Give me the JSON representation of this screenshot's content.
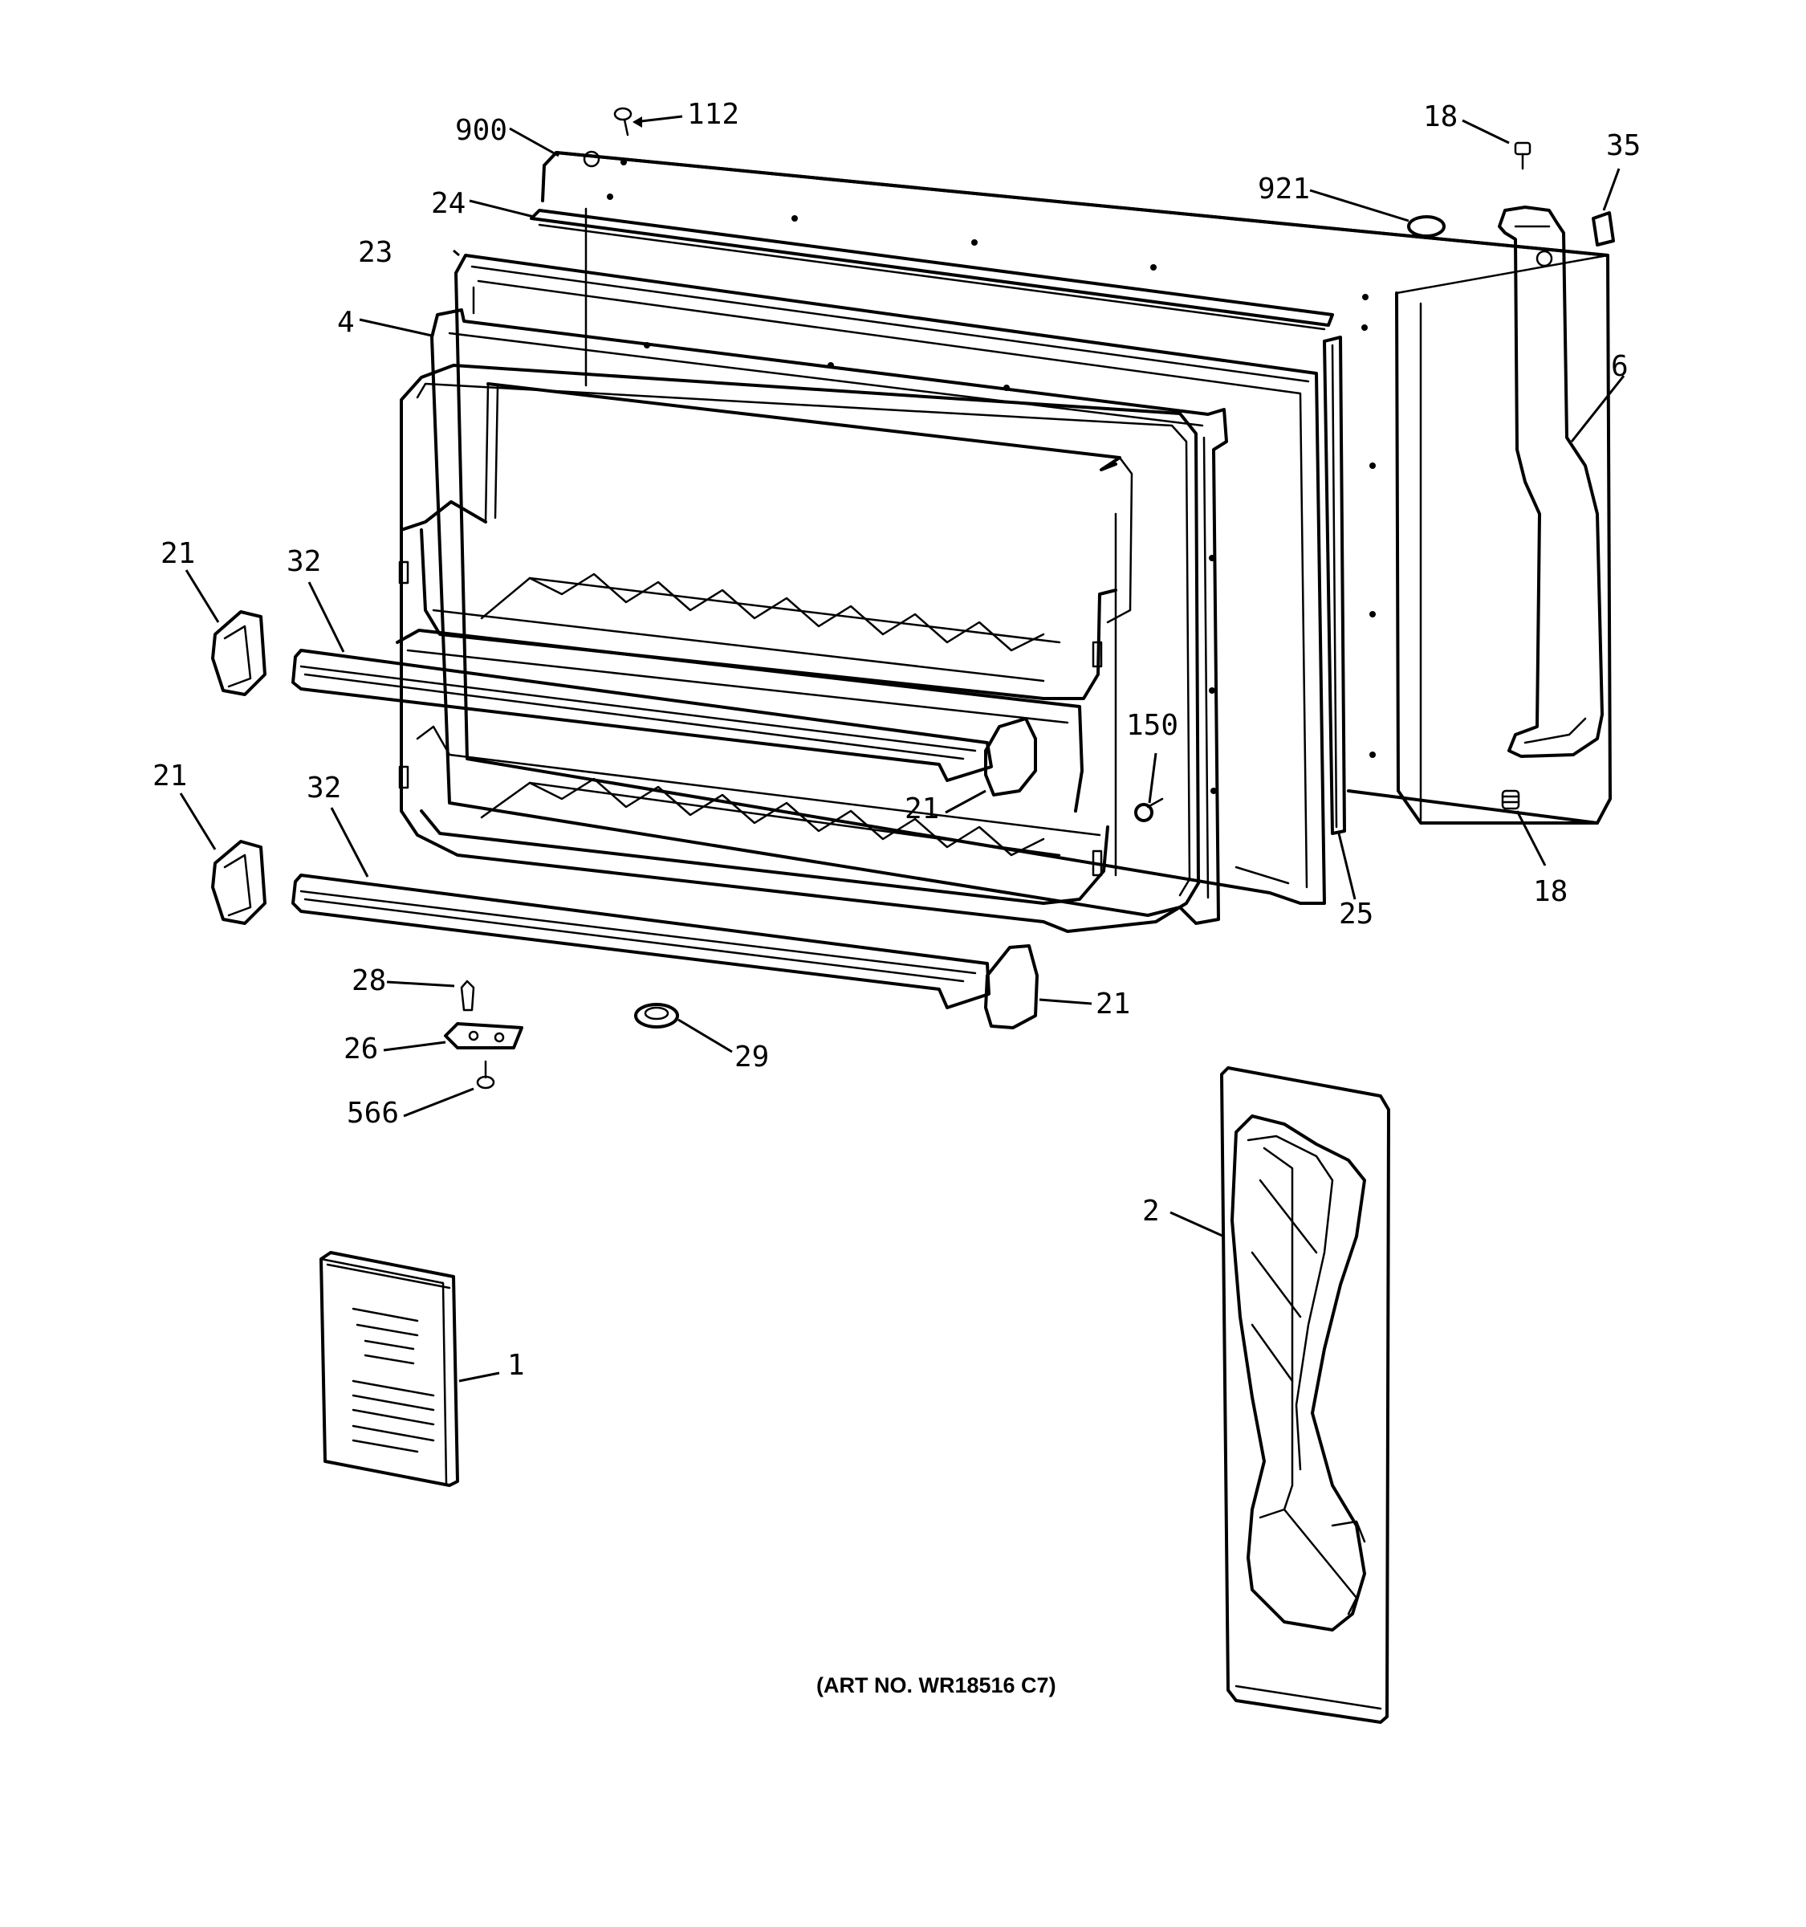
{
  "diagram": {
    "art_number": "(ART NO. WR18516 C7)",
    "callouts": [
      {
        "id": "c112",
        "label": "112"
      },
      {
        "id": "c900",
        "label": "900"
      },
      {
        "id": "c24",
        "label": "24"
      },
      {
        "id": "c23",
        "label": "23"
      },
      {
        "id": "c4",
        "label": "4"
      },
      {
        "id": "c921",
        "label": "921"
      },
      {
        "id": "c18a",
        "label": "18"
      },
      {
        "id": "c35",
        "label": "35"
      },
      {
        "id": "c6",
        "label": "6"
      },
      {
        "id": "c21a",
        "label": "21"
      },
      {
        "id": "c32a",
        "label": "32"
      },
      {
        "id": "c21b",
        "label": "21"
      },
      {
        "id": "c32b",
        "label": "32"
      },
      {
        "id": "c150",
        "label": "150"
      },
      {
        "id": "c21c",
        "label": "21"
      },
      {
        "id": "c25",
        "label": "25"
      },
      {
        "id": "c18b",
        "label": "18"
      },
      {
        "id": "c28",
        "label": "28"
      },
      {
        "id": "c26",
        "label": "26"
      },
      {
        "id": "c566",
        "label": "566"
      },
      {
        "id": "c29",
        "label": "29"
      },
      {
        "id": "c21d",
        "label": "21"
      },
      {
        "id": "c2",
        "label": "2"
      },
      {
        "id": "c1",
        "label": "1"
      }
    ]
  }
}
